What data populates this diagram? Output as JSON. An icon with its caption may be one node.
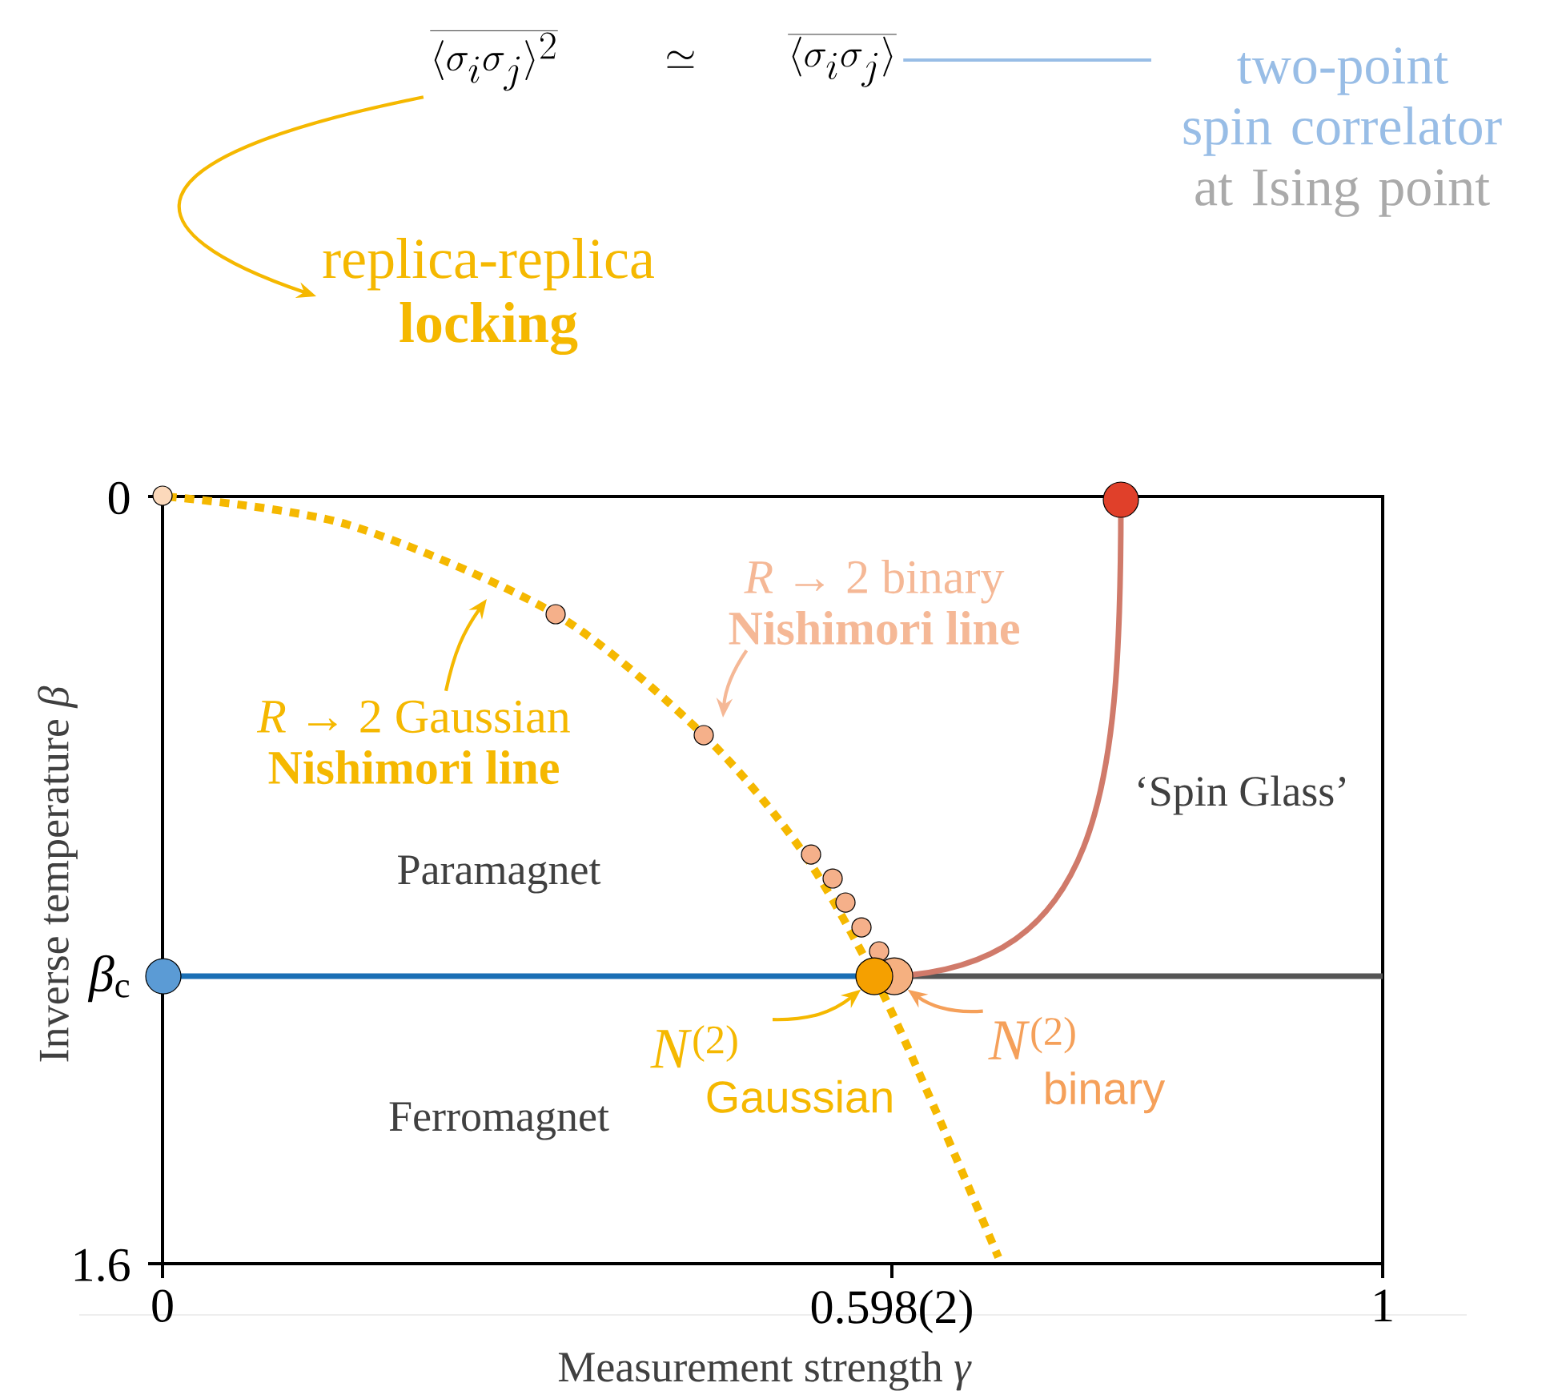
{
  "diagram": {
    "nodes": [
      {
        "text": [
          "\\overline{\\langle\\sigma_i\\sigma_j\\rangle^2}"
        ]
      },
      {
        "text": [
          "\\overline{\\langle\\sigma_i\\sigma_j\\rangle}"
        ]
      },
      {
        "text": [
          "replica-replica",
          "locking"
        ]
      },
      {
        "text": [
          "two-point spin correlator",
          "at Ising point"
        ]
      },
      {
        "text": [
          "*R* → 2 Gaussian",
          "Nishimori line"
        ]
      },
      {
        "text": [
          "*R* → 2 binary",
          "Nishimori line"
        ]
      },
      {
        "text": [
          "*N*$^{(2)}$",
          "Gaussian"
        ]
      },
      {
        "text": [
          "*N*$^{(2)}$",
          "binary"
        ]
      },
      {
        "text": [],
        "shape": "circle"
      },
      {
        "text": [],
        "shape": "circle"
      }
    ],
    "edges": [
      {
        "from": 0,
        "to": 2,
        "arrow": "to"
      },
      {
        "from": 1,
        "to": 3,
        "arrow": "none",
        "color": "#98bde6"
      },
      {
        "from": 4,
        "to": null,
        "arrow": "to"
      },
      {
        "from": 5,
        "to": null,
        "arrow": "to",
        "color": "#f5b896"
      },
      {
        "from": 6,
        "to": 8,
        "arrow": "to"
      },
      {
        "from": 7,
        "to": 9,
        "arrow": "to",
        "color": "#f5a05a"
      }
    ],
    "labels": [
      "\\simeq",
      "0",
      "‘Spin Glass’",
      "Paramagnet",
      "*β*$_{c}$",
      "Ferromagnet",
      "1.6",
      "0",
      "0.598(2)",
      "1",
      "Measurement strength *γ*",
      "Inverse temperature *β*"
    ]
  }
}
